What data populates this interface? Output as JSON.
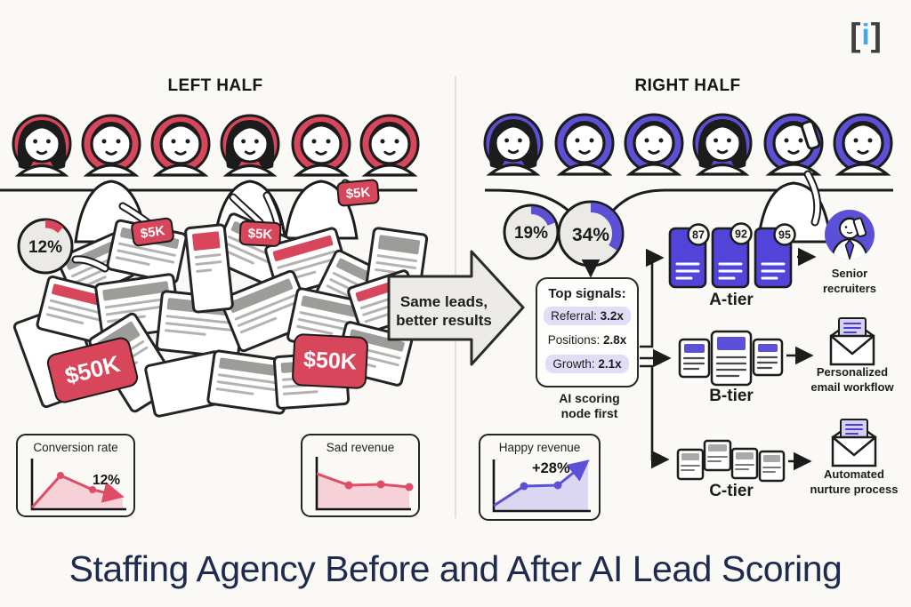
{
  "logo": {
    "open": "[",
    "i": "i",
    "close": "]"
  },
  "left_header": "LEFT HALF",
  "right_header": "RIGHT HALF",
  "left": {
    "pie_value": "12%",
    "tag_small": "$5K",
    "tag_big": "$50K"
  },
  "arrow": {
    "line1": "Same leads,",
    "line2": "better results"
  },
  "right": {
    "pie_small": "19%",
    "pie_big": "34%",
    "signals": {
      "title": "Top signals:",
      "rows": [
        {
          "label": "Referral:",
          "value": "3.2x"
        },
        {
          "label": "Positions:",
          "value": "2.8x"
        },
        {
          "label": "Growth:",
          "value": "2.1x"
        }
      ]
    },
    "ai_note": {
      "line1": "AI scoring",
      "line2": "node first"
    },
    "a_tier": {
      "label": "A-tier",
      "scores": [
        "87",
        "92",
        "95"
      ],
      "outcome1": "Senior",
      "outcome2": "recruiters"
    },
    "b_tier": {
      "label": "B-tier",
      "outcome1": "Personalized",
      "outcome2": "email workflow"
    },
    "c_tier": {
      "label": "C-tier",
      "outcome1": "Automated",
      "outcome2": "nurture process"
    }
  },
  "mini_charts": {
    "conversion": {
      "title": "Conversion rate",
      "value": "12%",
      "trend": [
        2,
        9,
        6,
        4
      ]
    },
    "sad": {
      "title": "Sad revenue",
      "trend": [
        8,
        6,
        6,
        5
      ]
    },
    "happy": {
      "title": "Happy revenue",
      "value": "+28%",
      "trend": [
        3,
        6,
        6,
        10
      ]
    }
  },
  "title": "Staffing Agency Before and After AI Lead Scoring",
  "colors": {
    "red": "#d8465c",
    "purple": "#5244d8",
    "purple_avatar": "#5b50d6",
    "lavender_pill": "#e0ddf7",
    "navy_title": "#1e2b4e",
    "logo_blue": "#41a8e8",
    "pink_fill": "#f6d2d8",
    "lavender_fill": "#dad6f4"
  }
}
